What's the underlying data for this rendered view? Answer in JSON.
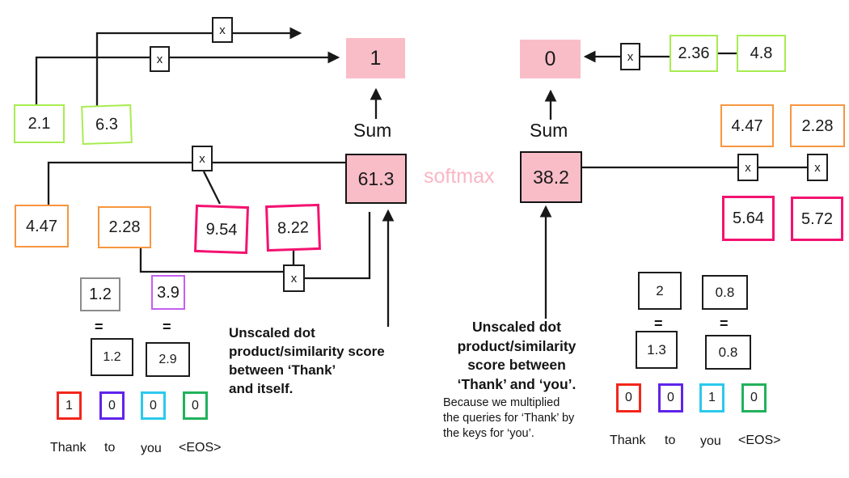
{
  "palette": {
    "pink_fill": "#f9bdc8",
    "softmax_text": "#f9b7c4",
    "light_green_border": "#a8ec50",
    "orange_border": "#f8963f",
    "magenta_border": "#f31370",
    "gray_border": "#8c8c8c",
    "violet_border": "#c45ef2",
    "onehot_red": "#f3261b",
    "onehot_indigo": "#6023ea",
    "onehot_cyan": "#2cc9ec",
    "onehot_green": "#21b25b"
  },
  "shared": {
    "multiply": "x",
    "equals": "=",
    "sum": "Sum",
    "softmax": "softmax",
    "tokens": [
      "Thank",
      "to",
      "you",
      "<EOS>"
    ]
  },
  "left": {
    "softmax_output": "1",
    "sum_input": "61.3",
    "green_values": [
      "2.1",
      "6.3"
    ],
    "orange_values": [
      "4.47",
      "2.28"
    ],
    "magenta_values": [
      "9.54",
      "8.22"
    ],
    "query_values": [
      "1.2",
      "3.9"
    ],
    "key_values": [
      "1.2",
      "2.9"
    ],
    "onehot": [
      "1",
      "0",
      "0",
      "0"
    ],
    "annotation": [
      "Unscaled dot",
      "product/similarity score",
      "between ‘Thank’",
      "and itself."
    ]
  },
  "right": {
    "softmax_output": "0",
    "sum_input": "38.2",
    "green_values": [
      "2.36",
      "4.8"
    ],
    "orange_values": [
      "4.47",
      "2.28"
    ],
    "magenta_values": [
      "5.64",
      "5.72"
    ],
    "query_values": [
      "2",
      "0.8"
    ],
    "key_values": [
      "1.3",
      "0.8"
    ],
    "onehot": [
      "0",
      "0",
      "1",
      "0"
    ],
    "annotation": [
      "Unscaled dot",
      "product/similarity",
      "score between",
      "‘Thank’ and ‘you’."
    ],
    "annotation_sub": [
      "Because we multiplied",
      "the queries for ‘Thank’ by",
      "the keys for ‘you’."
    ]
  }
}
